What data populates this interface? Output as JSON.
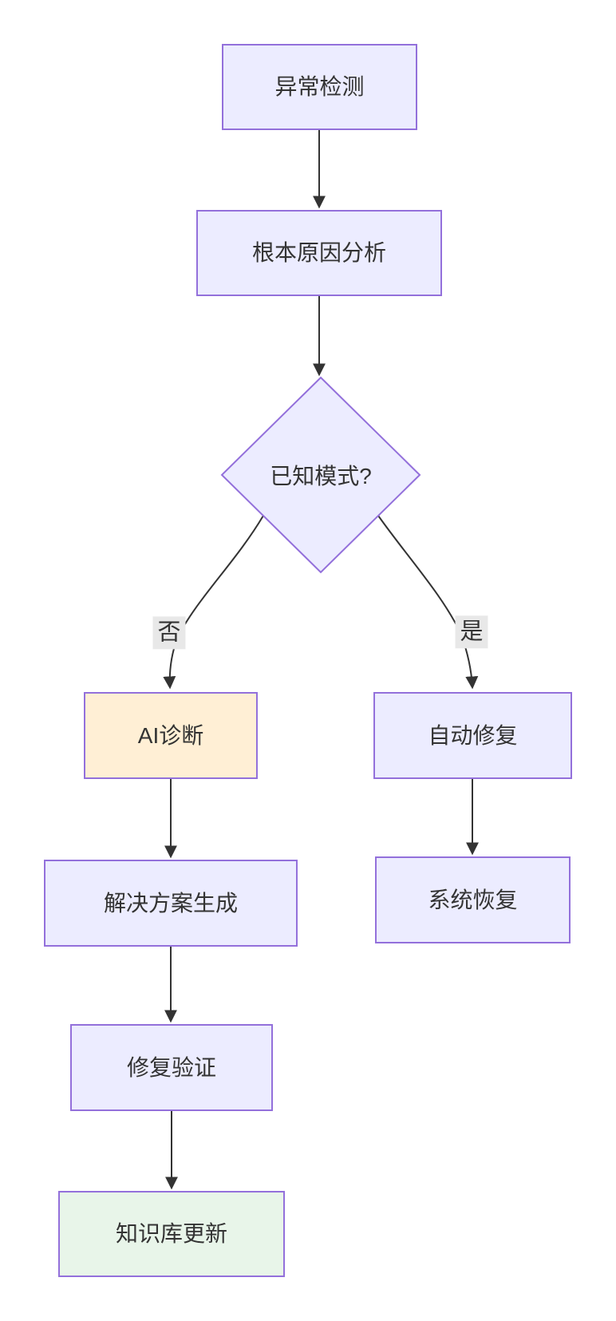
{
  "diagram": {
    "type": "flowchart",
    "direction": "top-down",
    "background": "#ffffff"
  },
  "theme": {
    "node_fill": "#ECECFF",
    "node_border": "#9370DB",
    "highlight_fill": "#FFEFD5",
    "success_fill": "#E8F5E9",
    "edge_color": "#333333",
    "text_color": "#333333",
    "edge_label_bg": "#E8E8E8"
  },
  "nodes": {
    "anomaly_detection": {
      "label": "异常检测",
      "shape": "rect",
      "fill": "#ECECFF",
      "stroke": "#9370DB"
    },
    "root_cause_analysis": {
      "label": "根本原因分析",
      "shape": "rect",
      "fill": "#ECECFF",
      "stroke": "#9370DB"
    },
    "known_pattern": {
      "label": "已知模式?",
      "shape": "diamond",
      "fill": "#ECECFF",
      "stroke": "#9370DB"
    },
    "ai_diagnosis": {
      "label": "AI诊断",
      "shape": "rect",
      "fill": "#FFEFD5",
      "stroke": "#9370DB"
    },
    "auto_repair": {
      "label": "自动修复",
      "shape": "rect",
      "fill": "#ECECFF",
      "stroke": "#9370DB"
    },
    "solution_generation": {
      "label": "解决方案生成",
      "shape": "rect",
      "fill": "#ECECFF",
      "stroke": "#9370DB"
    },
    "system_recovery": {
      "label": "系统恢复",
      "shape": "rect",
      "fill": "#ECECFF",
      "stroke": "#9370DB"
    },
    "repair_verification": {
      "label": "修复验证",
      "shape": "rect",
      "fill": "#ECECFF",
      "stroke": "#9370DB"
    },
    "knowledge_base_update": {
      "label": "知识库更新",
      "shape": "rect",
      "fill": "#E8F5E9",
      "stroke": "#9370DB"
    }
  },
  "edges": [
    {
      "from": "anomaly_detection",
      "to": "root_cause_analysis",
      "label": ""
    },
    {
      "from": "root_cause_analysis",
      "to": "known_pattern",
      "label": ""
    },
    {
      "from": "known_pattern",
      "to": "ai_diagnosis",
      "label": "否"
    },
    {
      "from": "known_pattern",
      "to": "auto_repair",
      "label": "是"
    },
    {
      "from": "ai_diagnosis",
      "to": "solution_generation",
      "label": ""
    },
    {
      "from": "auto_repair",
      "to": "system_recovery",
      "label": ""
    },
    {
      "from": "solution_generation",
      "to": "repair_verification",
      "label": ""
    },
    {
      "from": "repair_verification",
      "to": "knowledge_base_update",
      "label": ""
    }
  ]
}
